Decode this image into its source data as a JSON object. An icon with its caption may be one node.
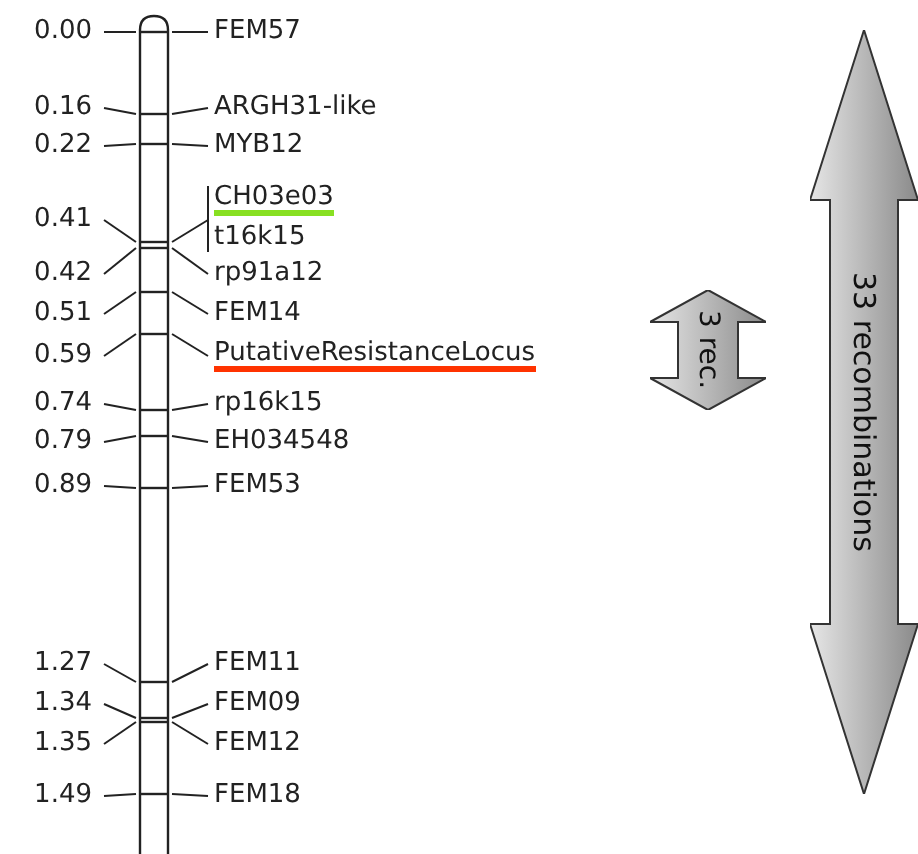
{
  "diagram": {
    "nodes": [
      {
        "text": [
          "3 rec."
        ]
      },
      {
        "text": [
          "33 recombinations"
        ]
      }
    ],
    "labels": [
      "0.00",
      "FEM57",
      "0.16",
      "ARGH31-like",
      "0.22",
      "MYB12",
      "CH03e03",
      "0.41",
      "t16k15",
      "0.42",
      "rp91a12",
      "0.51",
      "FEM14",
      "0.59",
      "PutativeResistanceLocus",
      "0.74",
      "rp16k15",
      "0.79",
      "EH034548",
      "0.89",
      "FEM53",
      "1.27",
      "FEM11",
      "1.34",
      "FEM09",
      "1.35",
      "FEM12",
      "1.49",
      "FEM18"
    ]
  }
}
